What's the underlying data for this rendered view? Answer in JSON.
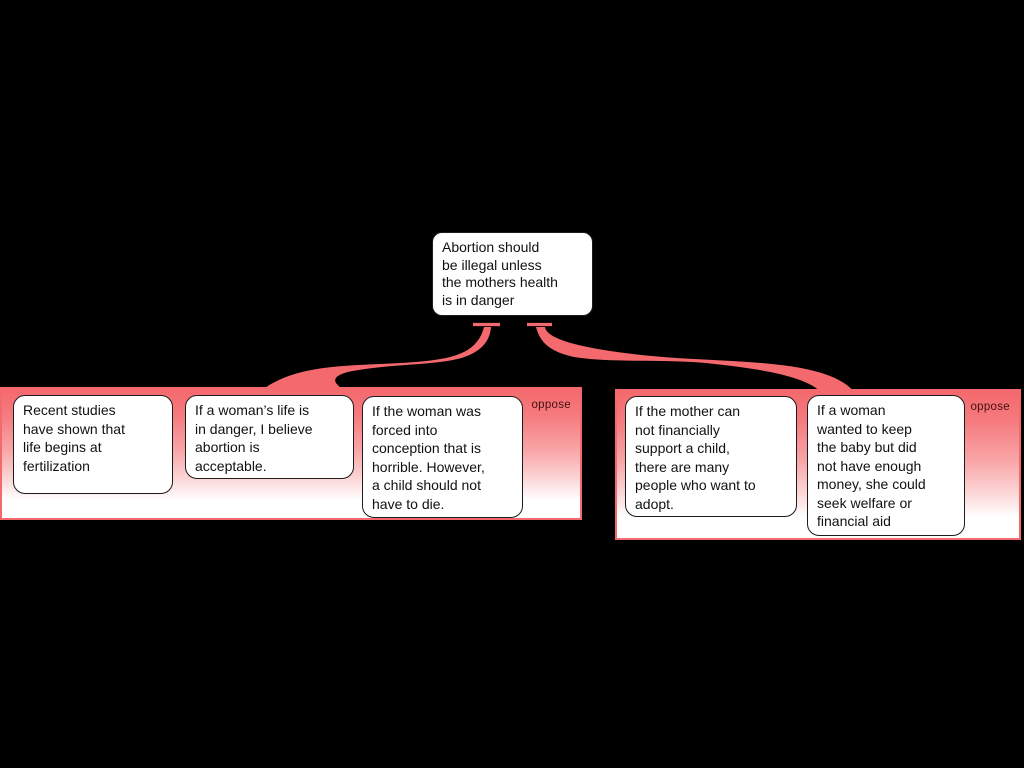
{
  "colors": {
    "background": "#000000",
    "accent": "#f4696d",
    "node_fill": "#ffffff",
    "node_border": "#1c1c1c",
    "group_label_color": "#44100f"
  },
  "root_node": {
    "text": "Abortion should\nbe illegal unless\nthe mothers health\nis in danger"
  },
  "groups": [
    {
      "label": "oppose",
      "nodes": [
        {
          "text": "Recent studies\nhave shown that\nlife begins at\nfertilization"
        },
        {
          "text": "If a woman’s life is\nin danger, I believe\nabortion is\nacceptable."
        },
        {
          "text": "If the woman was\nforced into\nconception that is\nhorrible. However,\na child should not\nhave to die."
        }
      ]
    },
    {
      "label": "oppose",
      "nodes": [
        {
          "text": "If the mother can\nnot financially\nsupport a child,\nthere are many\npeople who want to\nadopt."
        },
        {
          "text": "If a woman\nwanted to keep\nthe baby but did\nnot have enough\nmoney, she could\nseek welfare or\nfinancial aid"
        }
      ]
    }
  ]
}
